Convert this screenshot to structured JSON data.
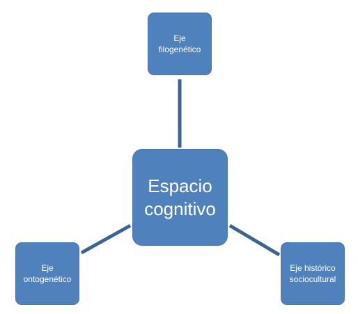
{
  "diagram": {
    "center": {
      "label": "Espacio\ncognitivo"
    },
    "top": {
      "label": "Eje\nfilogenético"
    },
    "left": {
      "label": "Eje\nontogenético"
    },
    "right": {
      "label": "Eje histórico\nsociocultural"
    }
  },
  "colors": {
    "node_fill": "#4f81bd",
    "node_text": "#ffffff",
    "connector": "#3a6494"
  }
}
